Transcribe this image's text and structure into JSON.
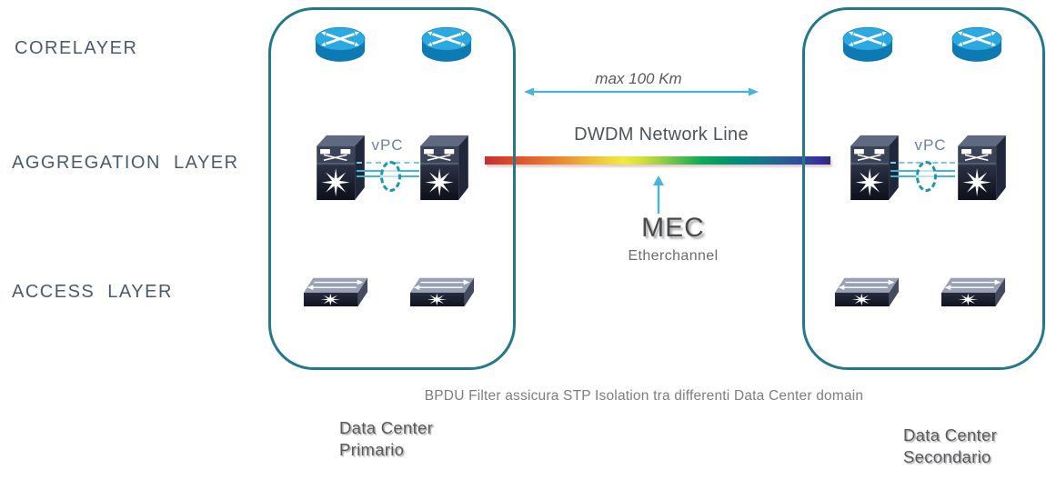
{
  "layer_labels": {
    "core": "CORELAYER",
    "aggregation": "AGGREGATION LAYER",
    "access": "ACCESS LAYER"
  },
  "datacenters": [
    {
      "name_line1": "Data Center",
      "name_line2": "Primario",
      "vpc_label": "vPC"
    },
    {
      "name_line1": "Data Center",
      "name_line2": "Secondario",
      "vpc_label": "vPC"
    }
  ],
  "interconnect": {
    "distance_label": "max 100 Km",
    "line_label": "DWDM Network Line",
    "mec_label": "MEC",
    "mec_sublabel": "Etherchannel"
  },
  "footnote": "BPDU Filter assicura STP Isolation tra differenti Data Center domain",
  "icons": {
    "router-icon": "cisco-router-cylinder-crossed-arrows",
    "nexus-switch-icon": "3d-chassis-switch-starburst",
    "access-switch-icon": "flat-rack-switch-starburst",
    "vpc-loop-icon": "dashed-teal-ellipse",
    "distance-arrow-icon": "double-headed-horizontal-arrow",
    "mec-arrow-icon": "upward-arrow"
  },
  "colors": {
    "teal-border": "#23798B",
    "cyan-arrow": "#45B5E0",
    "link-dashed": "#7DCBE0",
    "link-solid": "#3EB6D6",
    "ellipse-teal": "#1C96AE",
    "slate-label": "#4C5B6C",
    "vpc-text": "#6C849E",
    "gray-text": "#595959",
    "mec-text": "#48494B",
    "sub-gray": "#6A6C6E",
    "footnote-gray": "#7C7E80",
    "dc-label": "#58595C"
  }
}
